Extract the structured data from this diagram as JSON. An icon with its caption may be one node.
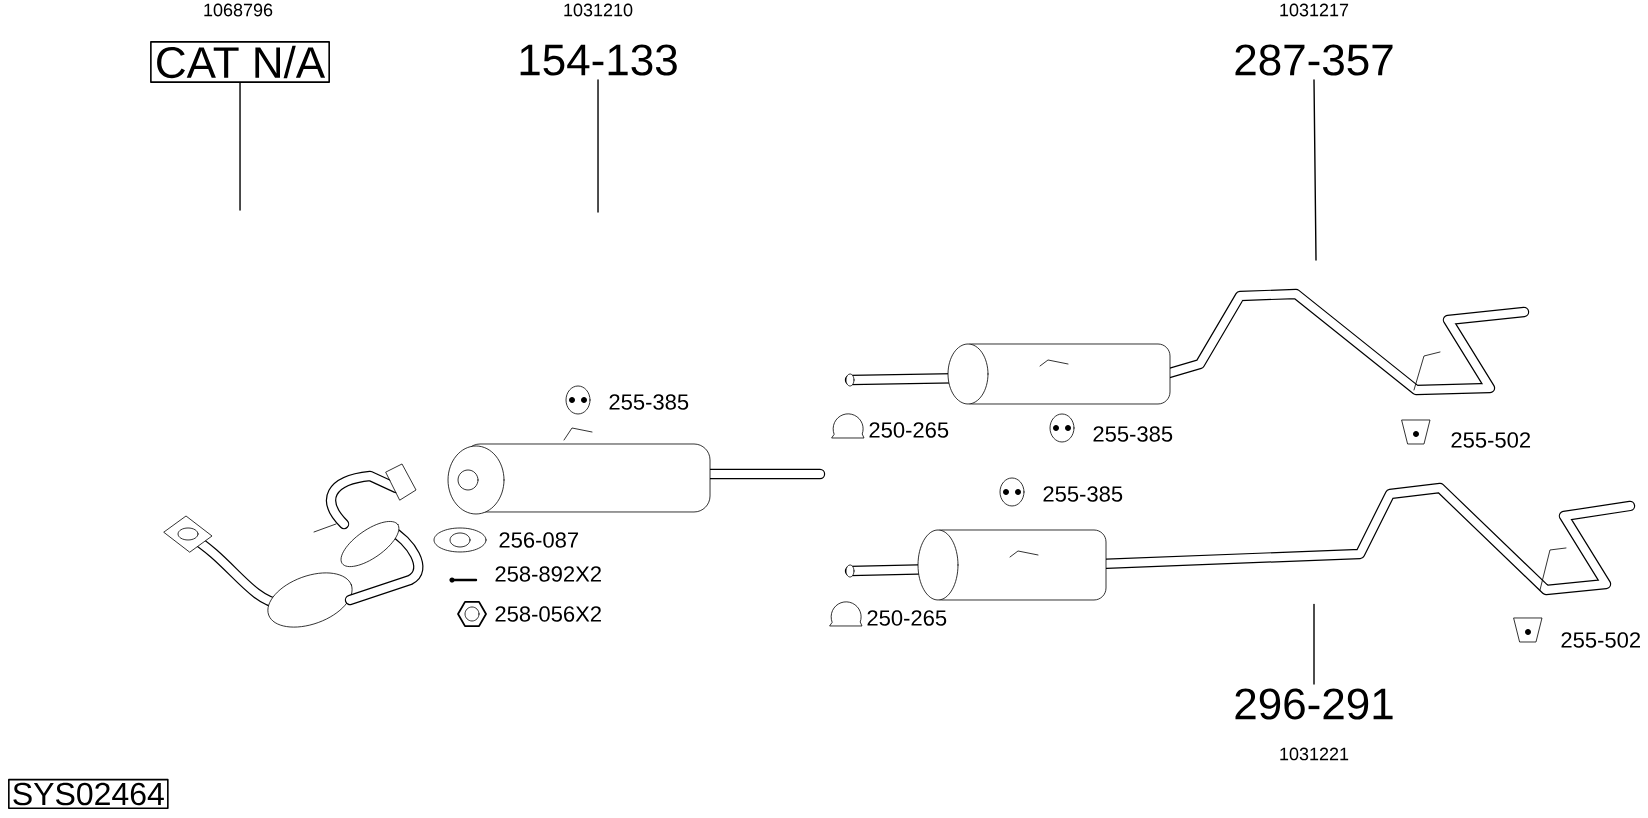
{
  "diagram": {
    "nodes": [
      {
        "text": [
          "CAT N/A"
        ],
        "beside": [
          "1068796"
        ]
      },
      {
        "text": [
          "154-133"
        ],
        "beside": [
          "1031210"
        ]
      },
      {
        "text": [
          "287-357"
        ],
        "beside": [
          "1031217"
        ]
      },
      {
        "text": [
          "296-291"
        ],
        "beside": [
          "1031221"
        ]
      },
      {
        "text": [],
        "shape": "picture"
      }
    ],
    "edges": [
      {
        "from": 0,
        "to": null,
        "arrow": "none"
      },
      {
        "from": 1,
        "to": null,
        "arrow": "none"
      },
      {
        "from": 2,
        "to": null,
        "arrow": "none"
      },
      {
        "from": 3,
        "to": 4,
        "arrow": "none"
      }
    ],
    "labels": [
      "255-385",
      "250-265",
      "255-385",
      "255-502",
      "255-385",
      "256-087",
      "258-892X2",
      "258-056X2",
      "250-265",
      "255-502",
      "SYS02464"
    ]
  }
}
